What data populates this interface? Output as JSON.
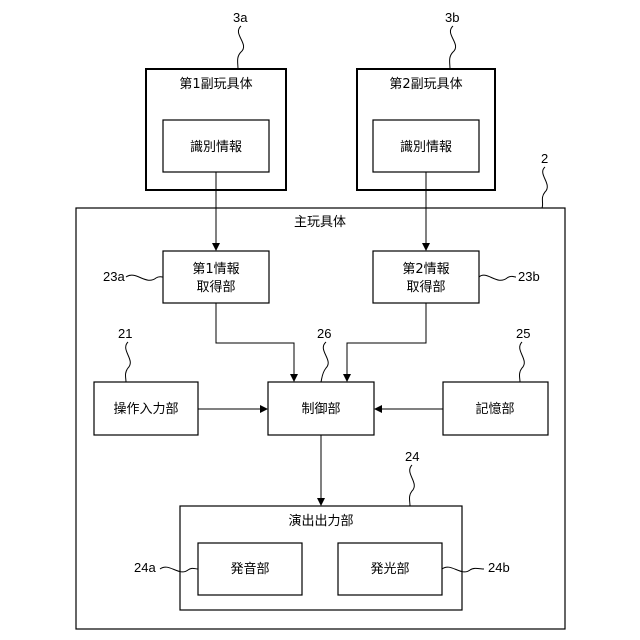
{
  "nodes": {
    "sub1": {
      "title": "第1副玩具体",
      "inner": "識別情報"
    },
    "sub2": {
      "title": "第2副玩具体",
      "inner": "識別情報"
    },
    "main": {
      "title": "主玩具体"
    },
    "acq1": {
      "line1": "第1情報",
      "line2": "取得部"
    },
    "acq2": {
      "line1": "第2情報",
      "line2": "取得部"
    },
    "input": {
      "label": "操作入力部"
    },
    "control": {
      "label": "制御部"
    },
    "storage": {
      "label": "記憶部"
    },
    "output": {
      "title": "演出出力部"
    },
    "sound": {
      "label": "発音部"
    },
    "light": {
      "label": "発光部"
    }
  },
  "refs": {
    "sub1": "3a",
    "sub2": "3b",
    "main": "2",
    "acq1": "23a",
    "acq2": "23b",
    "input": "21",
    "control": "26",
    "storage": "25",
    "output": "24",
    "sound": "24a",
    "light": "24b"
  }
}
